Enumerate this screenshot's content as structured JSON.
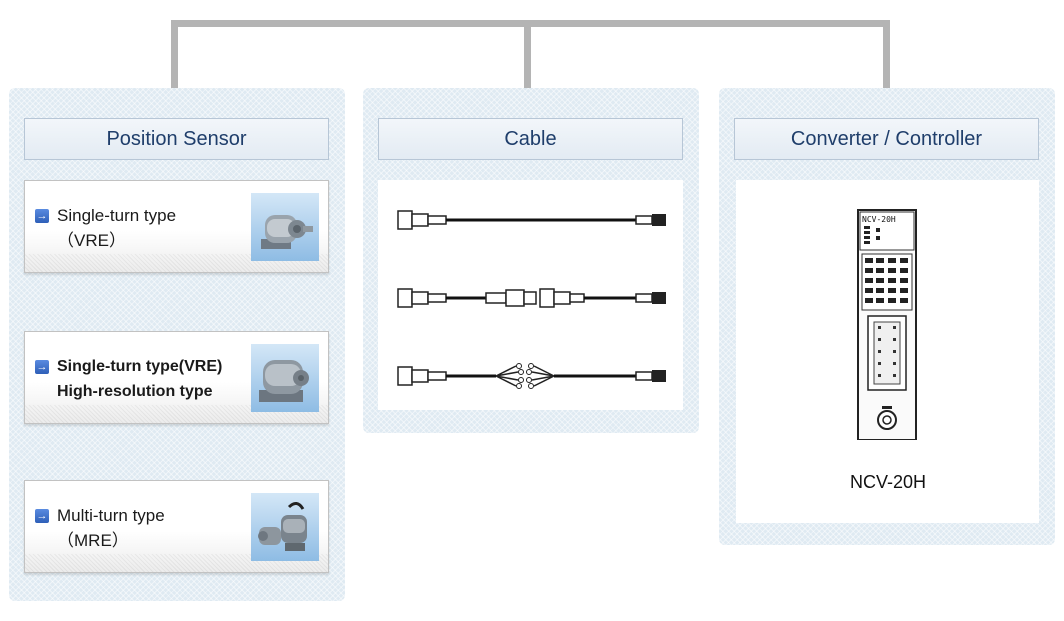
{
  "columns": [
    {
      "header": "Position Sensor",
      "items": [
        {
          "lines": [
            "Single-turn type",
            "（VRE）"
          ],
          "icon": "arrow-right-icon"
        },
        {
          "lines": [
            "Single-turn type(VRE)",
            "High-resolution type"
          ],
          "icon": "arrow-right-icon"
        },
        {
          "lines": [
            "Multi-turn type",
            "（MRE）"
          ],
          "icon": "arrow-right-icon"
        }
      ]
    },
    {
      "header": "Cable",
      "cable_variants": [
        "straight-cable",
        "extension-cable",
        "split-lead-cable"
      ]
    },
    {
      "header": "Converter / Controller",
      "device_label": "NCV-20H",
      "caption": "NCV-20H"
    }
  ],
  "colors": {
    "header_text": "#1f3e6b",
    "connector": "#b4b4b4",
    "panel_bg": "#dfeaf2",
    "arrow_icon": "#3b6fd0"
  }
}
